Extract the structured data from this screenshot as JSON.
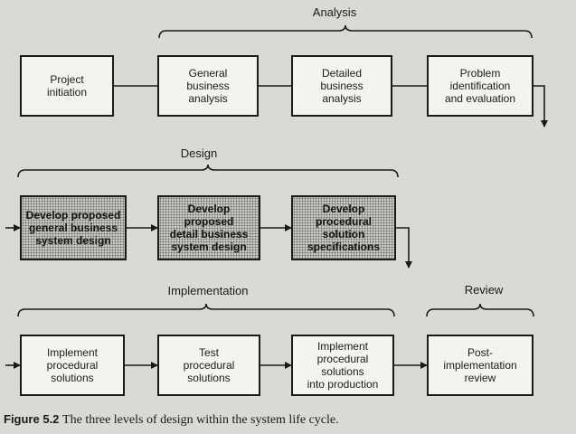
{
  "labels": {
    "analysis": "Analysis",
    "design": "Design",
    "implementation": "Implementation",
    "review": "Review"
  },
  "rows": [
    {
      "boxes": [
        {
          "text": "Project\ninitiation",
          "style": "bold"
        },
        {
          "text": "General\nbusiness\nanalysis"
        },
        {
          "text": "Detailed\nbusiness\nanalysis"
        },
        {
          "text": "Problem\nidentification\nand evaluation"
        }
      ]
    },
    {
      "boxes": [
        {
          "text": "Develop proposed\ngeneral business\nsystem design",
          "style": "shaded"
        },
        {
          "text": "Develop proposed\ndetail business\nsystem design",
          "style": "shaded"
        },
        {
          "text": "Develop\nprocedural\nsolution\nspecifications",
          "style": "shaded"
        }
      ]
    },
    {
      "boxes": [
        {
          "text": "Implement\nprocedural\nsolutions"
        },
        {
          "text": "Test\nprocedural\nsolutions"
        },
        {
          "text": "Implement\nprocedural\nsolutions\ninto production"
        },
        {
          "text": "Post-\nimplementation\nreview"
        }
      ]
    }
  ],
  "caption": {
    "figure": "Figure 5.2",
    "text": "The three levels of design within the system life cycle."
  }
}
